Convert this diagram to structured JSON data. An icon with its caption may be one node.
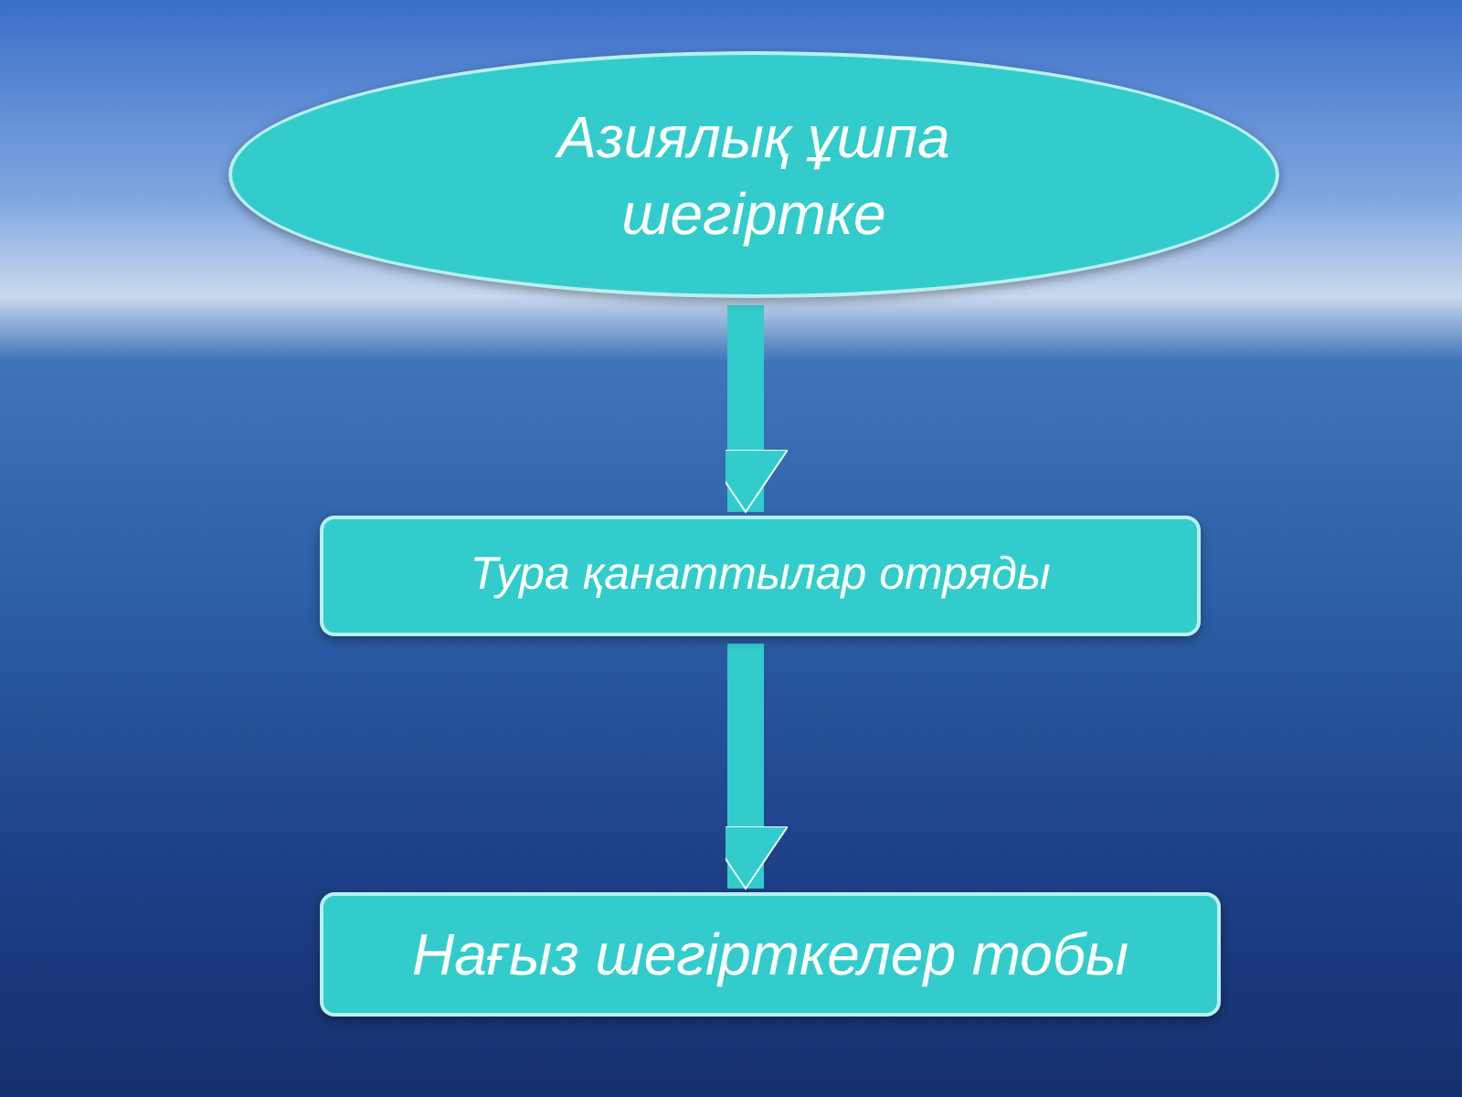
{
  "diagram": {
    "nodes": [
      {
        "text": [
          "Азиялық ұшпа шегіртке"
        ]
      },
      {
        "text": [
          "Тура қанаттылар отряды"
        ]
      },
      {
        "text": [
          "Нағыз шегірткелер тобы"
        ]
      }
    ],
    "edges": [
      {
        "from": 0,
        "to": 1,
        "arrow": "to"
      },
      {
        "from": 1,
        "to": 2,
        "arrow": "to"
      }
    ]
  }
}
